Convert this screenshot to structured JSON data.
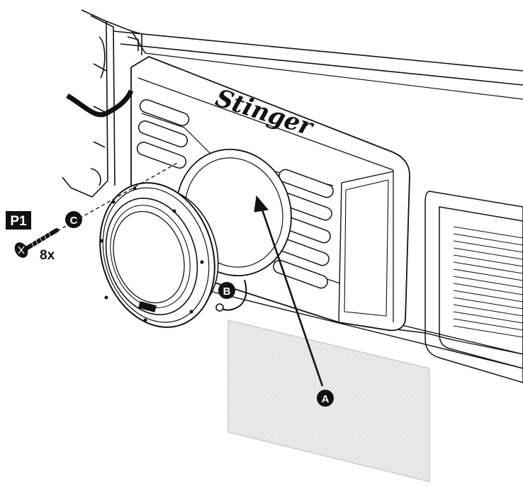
{
  "diagram": {
    "part_label": "P1",
    "screw_quantity": "8x",
    "callouts": {
      "a": "A",
      "b": "B",
      "c": "C"
    },
    "logo": "Stinger",
    "colors": {
      "line": "#111111",
      "panel_fill": "#ffffff",
      "gasket_fill": "#e6e6e6",
      "badge": "#111111"
    }
  }
}
